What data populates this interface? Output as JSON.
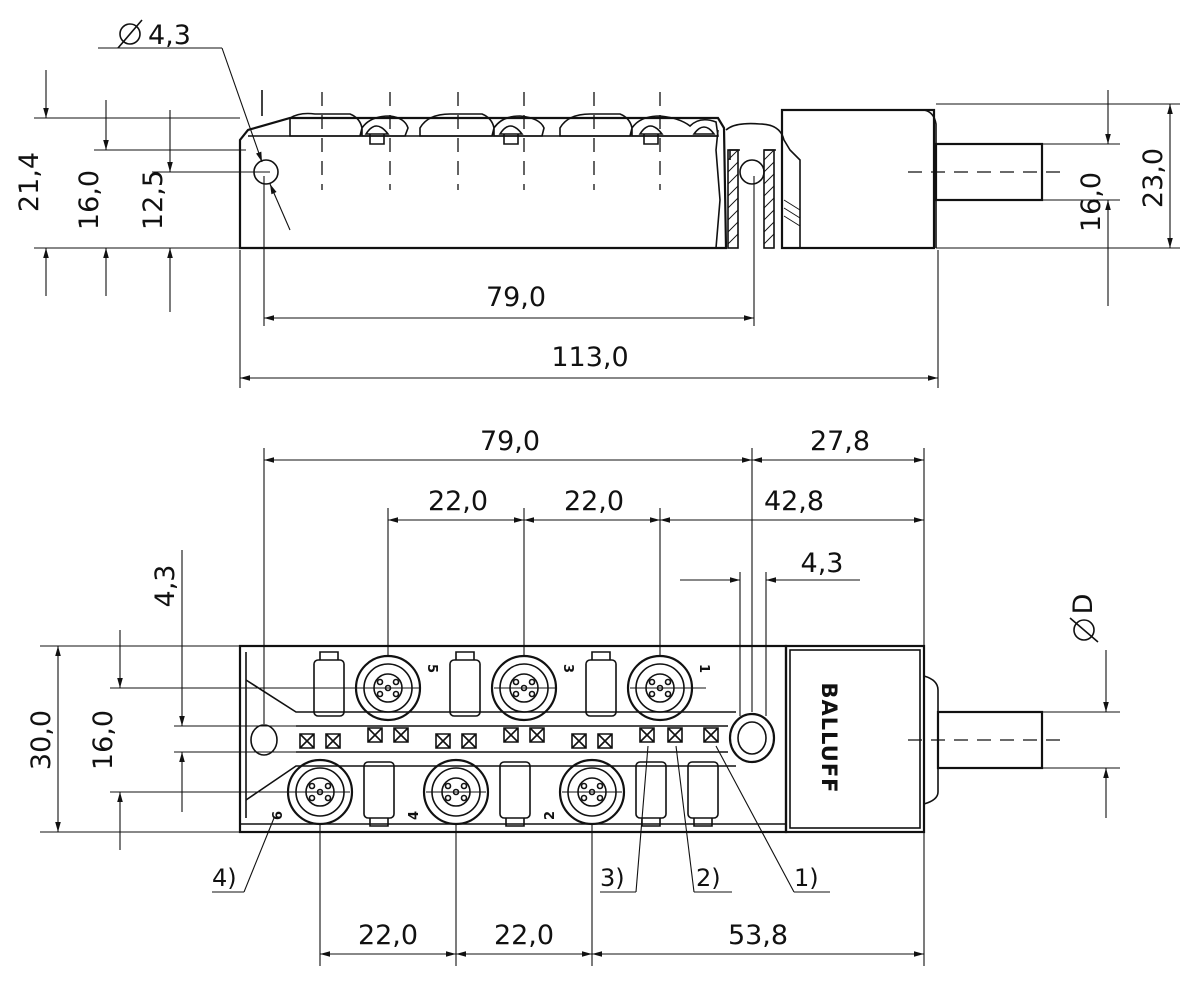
{
  "side_view": {
    "hole_dia": "4,3",
    "height_total": "21,4",
    "height_16": "16,0",
    "height_12": "12,5",
    "length_holes": "79,0",
    "length_total": "113,0",
    "right_height_16": "16,0",
    "right_height_23": "23,0"
  },
  "top_view": {
    "pitch_top_holes": "79,0",
    "right_27": "27,8",
    "pitch_a": "22,0",
    "pitch_b": "22,0",
    "right_42": "42,8",
    "hole_width": "4,3",
    "left_43": "4,3",
    "left_30": "30,0",
    "left_16": "16,0",
    "cable_dia": "D",
    "bottom_pitch_a": "22,0",
    "bottom_pitch_b": "22,0",
    "bottom_right": "53,8"
  },
  "callouts": [
    "1)",
    "2)",
    "3)",
    "4)"
  ],
  "brand": "BALLUFF",
  "port_numbers": {
    "p5": "5",
    "p3": "3",
    "p1": "1",
    "p6": "6",
    "p4": "4",
    "p2": "2"
  }
}
